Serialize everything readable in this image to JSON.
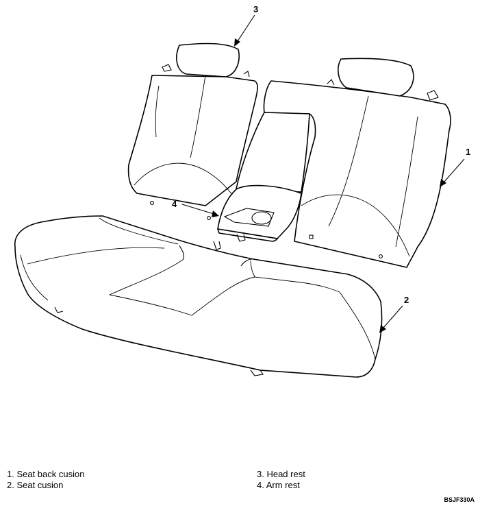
{
  "diagram": {
    "callouts": {
      "c1": "1",
      "c2": "2",
      "c3": "3",
      "c4": "4"
    },
    "legend": {
      "item1": "1. Seat back cusion",
      "item2": "2. Seat cusion",
      "item3": "3. Head rest",
      "item4": "4. Arm rest"
    },
    "figure_code": "BSJF330A"
  }
}
